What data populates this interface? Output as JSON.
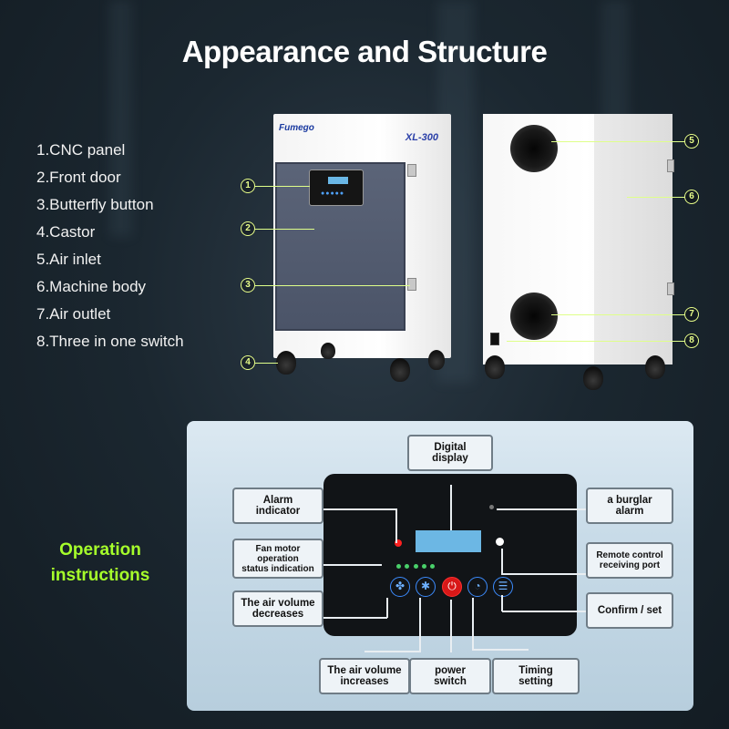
{
  "header": {
    "title": "Appearance and Structure"
  },
  "parts": [
    "1.CNC panel",
    "2.Front door",
    "3.Butterfly button",
    "4.Castor",
    "5.Air inlet",
    "6.Machine body",
    "7.Air outlet",
    "8.Three in one switch"
  ],
  "machine": {
    "brand": "Fumego",
    "model": "XL-300",
    "callouts": [
      "1",
      "2",
      "3",
      "4",
      "5",
      "6",
      "7",
      "8"
    ]
  },
  "operation": {
    "title_line1": "Operation",
    "title_line2": "instructions",
    "labels": {
      "digital_display": [
        "Digital",
        "display"
      ],
      "alarm_indicator": [
        "Alarm",
        "indicator"
      ],
      "fan_motor": [
        "Fan motor",
        "operation",
        "status indication"
      ],
      "air_decrease": [
        "The air volume",
        "decreases"
      ],
      "air_increase": [
        "The air volume",
        "increases"
      ],
      "power_switch": [
        "power",
        "switch"
      ],
      "timing_setting": [
        "Timing",
        "setting"
      ],
      "burglar_alarm": [
        "a burglar",
        "alarm"
      ],
      "remote_control": [
        "Remote control",
        "receiving port"
      ],
      "confirm_set": [
        "Confirm / set"
      ]
    }
  },
  "colors": {
    "accent_green": "#a6ff2b",
    "callout_yellow": "#e9ff8a",
    "display_blue": "#6cb7e4",
    "power_red": "#d81818"
  }
}
